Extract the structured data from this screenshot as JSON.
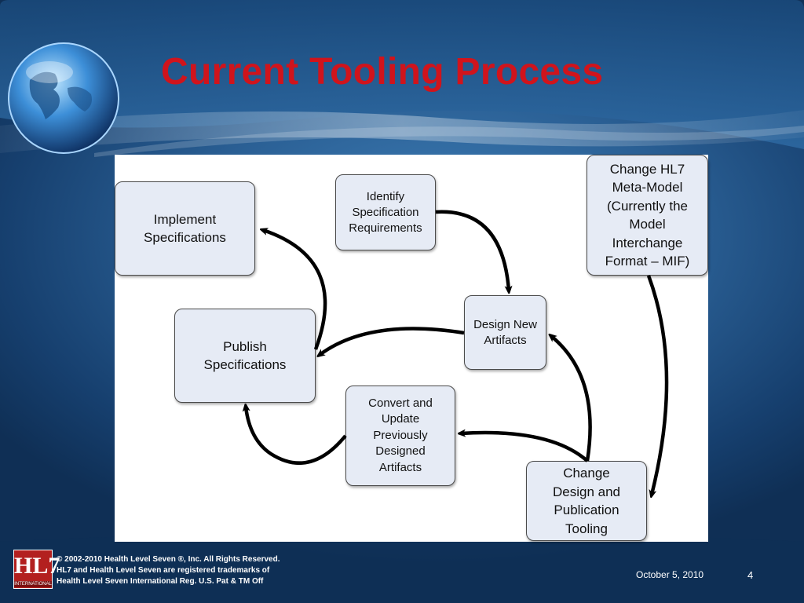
{
  "slide": {
    "title": "Current Tooling Process",
    "footer": {
      "logo_text": "HL7",
      "logo_subtext": "INTERNATIONAL",
      "copyright_lines": [
        "© 2002-2010 Health Level Seven ®, Inc. All Rights Reserved.",
        "HL7 and Health Level Seven are registered trademarks of",
        "Health Level Seven International Reg. U.S. Pat & TM Off"
      ],
      "date": "October 5, 2010",
      "page_number": "4"
    }
  },
  "diagram": {
    "nodes": {
      "implement": "Implement\nSpecifications",
      "identify": "Identify\nSpecification\nRequirements",
      "change_hl7": "Change HL7\nMeta-Model\n(Currently the\nModel\nInterchange\nFormat – MIF)",
      "publish": "Publish\nSpecifications",
      "design_new": "Design New\nArtifacts",
      "convert": "Convert and\nUpdate\nPreviously\nDesigned\nArtifacts",
      "change_tooling": "Change\nDesign and\nPublication\nTooling"
    },
    "colors": {
      "node_fill": "#e6ebf5",
      "title": "#d0141c",
      "arrow": "#000000"
    }
  }
}
